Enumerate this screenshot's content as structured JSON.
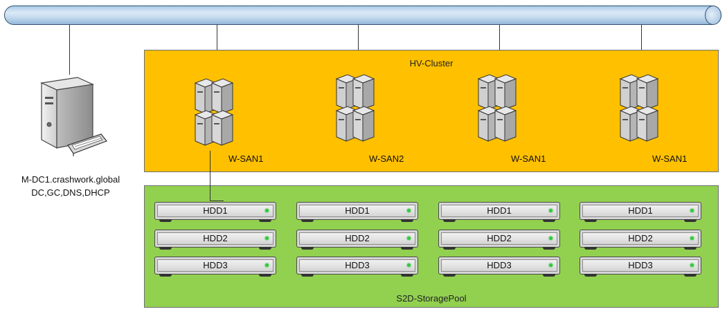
{
  "diagram": {
    "cluster_label": "HV-Cluster",
    "pool_label": "S2D-StoragePool",
    "dc": {
      "hostname": "M-DC1.crashwork.global",
      "roles": "DC,GC,DNS,DHCP"
    },
    "nodes": [
      {
        "label": "W-SAN1",
        "drives": [
          "HDD1",
          "HDD2",
          "HDD3"
        ]
      },
      {
        "label": "W-SAN2",
        "drives": [
          "HDD1",
          "HDD2",
          "HDD3"
        ]
      },
      {
        "label": "W-SAN1",
        "drives": [
          "HDD1",
          "HDD2",
          "HDD3"
        ]
      },
      {
        "label": "W-SAN1",
        "drives": [
          "HDD1",
          "HDD2",
          "HDD3"
        ]
      }
    ],
    "colors": {
      "cluster_fill": "#ffc000",
      "pool_fill": "#92d050",
      "network_bus": "#bcd6ee",
      "drive_led": "#2ecc40"
    }
  }
}
